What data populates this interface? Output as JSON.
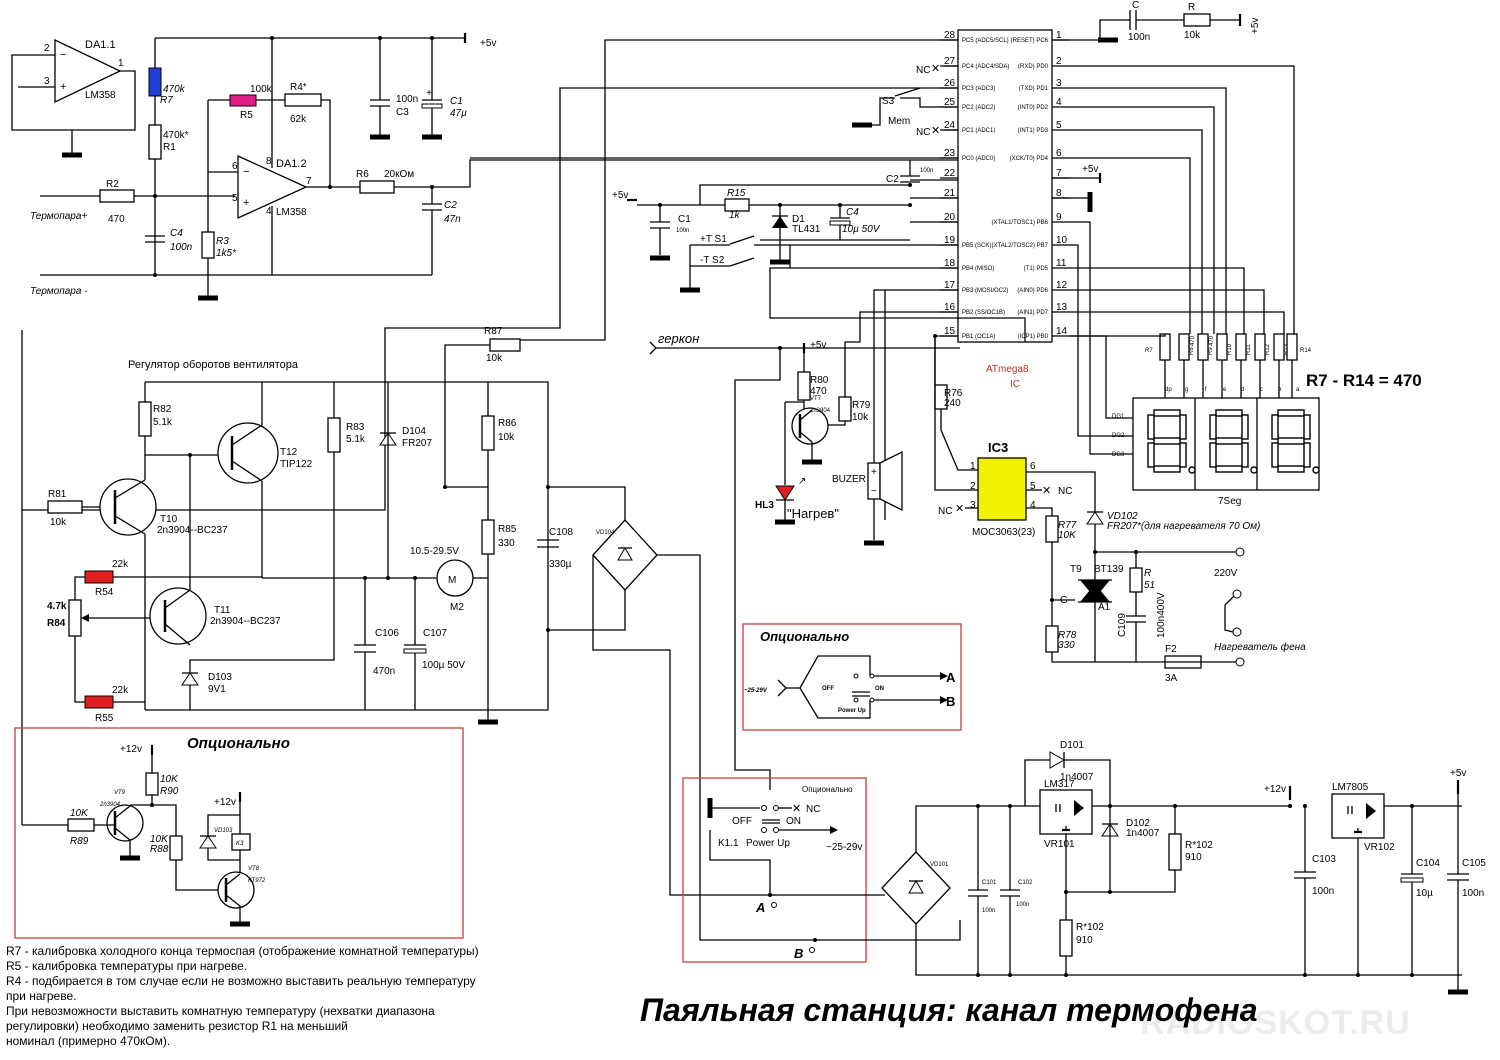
{
  "title": "Паяльная станция: канал термофена",
  "watermark": "RADIOSKOT.RU",
  "notes": [
    "R7 - калибровка холодного конца термоспая (отображение комнатной температуры)",
    "R5 - калибровка температуры при нагреве.",
    "R4 - подбирается в том случае если не возможно выставить реальную температуру",
    "при нагреве.",
    "При невозможности выставить комнатную температуру (нехватки диапазона",
    "регулировки) необходимо заменить резистор R1 на меньший",
    "номинал (примерно 470кОм)."
  ],
  "mcu": {
    "name": "ATmega8",
    "ref": "IC",
    "left_pins": [
      {
        "num": "28",
        "name": "PC5 (ADC5/SCL)"
      },
      {
        "num": "27",
        "name": "PC4 (ADC4/SDA)"
      },
      {
        "num": "26",
        "name": "PC3 (ADC3)"
      },
      {
        "num": "25",
        "name": "PC2 (ADC2)"
      },
      {
        "num": "24",
        "name": "PC1 (ADC1)"
      },
      {
        "num": "23",
        "name": "PC0 (ADC0)"
      },
      {
        "num": "22",
        "name": ""
      },
      {
        "num": "21",
        "name": ""
      },
      {
        "num": "20",
        "name": ""
      },
      {
        "num": "19",
        "name": "PB5 (SCK)"
      },
      {
        "num": "18",
        "name": "PB4 (MISO)"
      },
      {
        "num": "17",
        "name": "PB3 (MOSI/OC2)"
      },
      {
        "num": "16",
        "name": "PB2 (SS/OC1B)"
      },
      {
        "num": "15",
        "name": "PB1 (OC1A)"
      }
    ],
    "right_pins": [
      {
        "num": "1",
        "name": "(RESET) PC6"
      },
      {
        "num": "2",
        "name": "(RXD) PD0"
      },
      {
        "num": "3",
        "name": "(TXD) PD1"
      },
      {
        "num": "4",
        "name": "(INT0) PD2"
      },
      {
        "num": "5",
        "name": "(INT1) PD3"
      },
      {
        "num": "6",
        "name": "(XCK/T0) PD4"
      },
      {
        "num": "7",
        "name": ""
      },
      {
        "num": "8",
        "name": ""
      },
      {
        "num": "9",
        "name": "(XTAL1/TOSC1) PB6"
      },
      {
        "num": "10",
        "name": "(XTAL2/TOSC2) PB7"
      },
      {
        "num": "11",
        "name": "(T1) PD5"
      },
      {
        "num": "12",
        "name": "(AIN0) PD6"
      },
      {
        "num": "13",
        "name": "(AIN1) PD7"
      },
      {
        "num": "14",
        "name": "(ICP1) PB0"
      }
    ]
  },
  "labels": {
    "nc": "NC",
    "plus5": "+5v",
    "plus5b": "+5v",
    "plus5c": "+5v",
    "plus5d": "+5v",
    "plus5e": "+5v",
    "plus12": "+12v",
    "plus12b": "+12v",
    "plus12c": "+12v",
    "da11": "DA1.1",
    "lm358a": "LM358",
    "da12": "DA1.2",
    "lm358b": "LM358",
    "r7": "R7",
    "r7v": "470k",
    "r1": "R1",
    "r1v": "470k*",
    "r5": "R5",
    "r5v": "100k",
    "r4": "R4*",
    "r4v": "62k",
    "r6": "R6",
    "r6v": "20кОм",
    "r2": "R2",
    "r2v": "470",
    "r3": "R3",
    "r3v": "1k5*",
    "c4a": "C4",
    "c4av": "100n",
    "c3": "C3",
    "c3v": "100n",
    "c1a": "C1",
    "c1av": "47µ",
    "c2a": "C2",
    "c2av": "47n",
    "tplus": "Термопара+",
    "tminus": "Термопара -",
    "s3": "S3",
    "mem": "Mem",
    "c2b": "C2",
    "c2bv": "100n",
    "c1b": "C1",
    "c1bv": "100n",
    "r15": "R15",
    "r15v": "1k",
    "d1": "D1",
    "tl431": "TL431",
    "c4b": "C4",
    "c4bv": "10µ 50V",
    "s1": "+T  S1",
    "s2": "-T  S2",
    "capR": "C",
    "capRv": "100n",
    "resR": "R",
    "resRv": "10k",
    "r87": "R87",
    "r87v": "10k",
    "gerkon": "геркон",
    "fanTitle": "Регулятор оборотов вентилятора",
    "r82": "R82",
    "r82v": "5.1k",
    "r83": "R83",
    "r83v": "5.1k",
    "d104": "D104",
    "d104v": "FR207",
    "t12": "T12",
    "t12v": "TIP122",
    "r81": "R81",
    "r81v": "10k",
    "t10": "T10",
    "t10v": "2n3904--BC237",
    "r86": "R86",
    "r86v": "10k",
    "r85": "R85",
    "r85v": "330",
    "c108": "C108",
    "c108v": "330µ",
    "vd104": "VD104",
    "m2v": "10.5-29.5V",
    "m2": "M2",
    "r54v": "22k",
    "r54": "R54",
    "r84v": "4.7k",
    "r84": "R84",
    "t11": "T11",
    "t11v": "2n3904--BC237",
    "c106": "C106",
    "c106v": "470n",
    "c107": "C107",
    "c107v": "100µ 50V",
    "d103": "D103",
    "d103v": "9V1",
    "r55v": "22k",
    "r55": "R55",
    "r80": "R80",
    "r80v": "470",
    "r79": "R79",
    "r79v": "10k",
    "vt7": "VT7",
    "vt7v": "2n3904",
    "hl3": "HL3",
    "nagrev": "\"Нагрев\"",
    "buzer": "BUZER",
    "r76": "R76",
    "r76v": "240",
    "ic3": "IC3",
    "moc": "MOC3063(23)",
    "r77": "R77",
    "r77v": "10K",
    "vd102": "VD102",
    "vd102v": "FR207*(для нагревателя 70 Ом)",
    "t9": "T9",
    "bt139": "BT139",
    "rS": "R",
    "rSv": "51",
    "c109": "C109",
    "c109v": "100n400V",
    "r78": "R78",
    "r78v": "330",
    "f2": "F2",
    "f2v": "3A",
    "v220": "220V",
    "heater": "Нагреватель фена",
    "g": "G",
    "a1": "A1",
    "r714": "R7 - R14 = 470",
    "seg7": "7Seg",
    "dg1": "DG1",
    "dg2": "DG2",
    "dg3": "DG3",
    "opt1": "Опционально",
    "range": "~25-29V",
    "off": "OFF",
    "on": "ON",
    "powerup": "Power Up",
    "outA": "A",
    "outB": "B",
    "opt2": "Опционально",
    "vt9": "VT9",
    "vt9v": "2n3904",
    "r90": "R90",
    "r90v": "10K",
    "r89": "R89",
    "r89v": "10K",
    "r88": "R88",
    "r88v": "10K",
    "vd103": "VD103",
    "k3": "K3",
    "vt8": "VT8",
    "kt972": "КТ972",
    "opt3": "Опционально",
    "off2": "OFF",
    "on2": "ON",
    "nc2": "NC",
    "k11": "K1.1",
    "powerup2": "Power Up",
    "range2": "~25-29v",
    "a": "A",
    "b": "B",
    "vd101": "VD101",
    "c101": "C101",
    "c101v": "100n",
    "c102": "C102",
    "c102v": "100n",
    "d101": "D101",
    "d101v": "1n4007",
    "lm317": "LM317",
    "vr101": "VR101",
    "d102": "D102",
    "d102v": "1n4007",
    "r102a": "R*102",
    "r102av": "910",
    "r102b": "R*102",
    "r102bv": "910",
    "lm7805": "LM7805",
    "vr102": "VR102",
    "c103": "C103",
    "c103v": "100n",
    "c104": "C104",
    "c104v": "10µ",
    "c105": "C105",
    "c105v": "100n",
    "rn7": "R7",
    "rn8": "R8",
    "rn9": "R9",
    "rn10": "R10",
    "rn11": "R11",
    "rn12": "R12",
    "rn13": "R13",
    "rn14": "R14",
    "v470a": "470",
    "v470b": "470",
    "sdp": "dp",
    "sg": "g",
    "sf": "f",
    "se": "e",
    "sd": "d",
    "sc": "c",
    "sb": "b",
    "sa": "a"
  },
  "colors": {
    "r7_marker": "#1f3fd6",
    "r5_marker": "#e0208a",
    "r54_marker": "#e02020",
    "ic3_fill": "#f2f200",
    "optional_frame": "#c83c3c",
    "led": "#e02020"
  }
}
